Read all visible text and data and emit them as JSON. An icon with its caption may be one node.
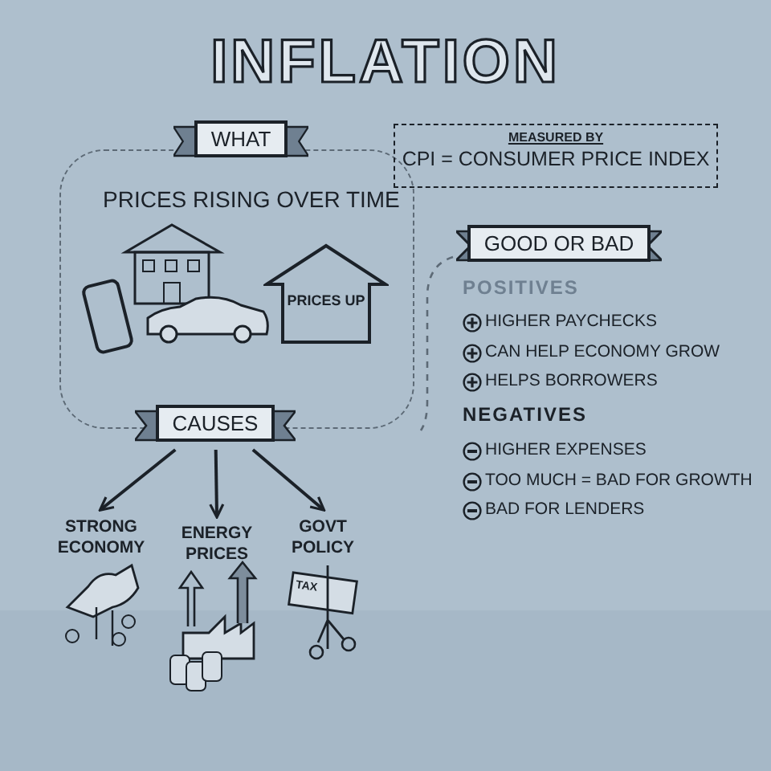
{
  "diagram": {
    "title": "INFLATION",
    "nodes": [
      {
        "text": [
          "WHAT",
          "PRICES RISING OVER TIME"
        ]
      },
      {
        "text": [
          "PRICES UP"
        ],
        "in": 0
      },
      {
        "text": [
          "CAUSES"
        ]
      },
      {
        "text": [
          "STRONG ECONOMY"
        ]
      },
      {
        "text": [
          "ENERGY PRICES"
        ]
      },
      {
        "text": [
          "GOVT POLICY"
        ]
      },
      {
        "text": [
          "MEASURED BY",
          "CPI = CONSUMER PRICE INDEX"
        ]
      },
      {
        "text": [
          "GOOD OR BAD"
        ]
      }
    ],
    "edges": [
      {
        "from": 2,
        "to": 3,
        "arrow": "to"
      },
      {
        "from": 2,
        "to": 4,
        "arrow": "to"
      },
      {
        "from": 2,
        "to": 5,
        "arrow": "to"
      }
    ],
    "labels": [
      "POSITIVES",
      "HIGHER PAYCHECKS",
      "CAN HELP ECONOMY GROW",
      "HELPS BORROWERS",
      "NEGATIVES",
      "HIGHER EXPENSES",
      "TOO MUCH = BAD FOR GROWTH",
      "BAD FOR LENDERS",
      "TAX"
    ]
  }
}
